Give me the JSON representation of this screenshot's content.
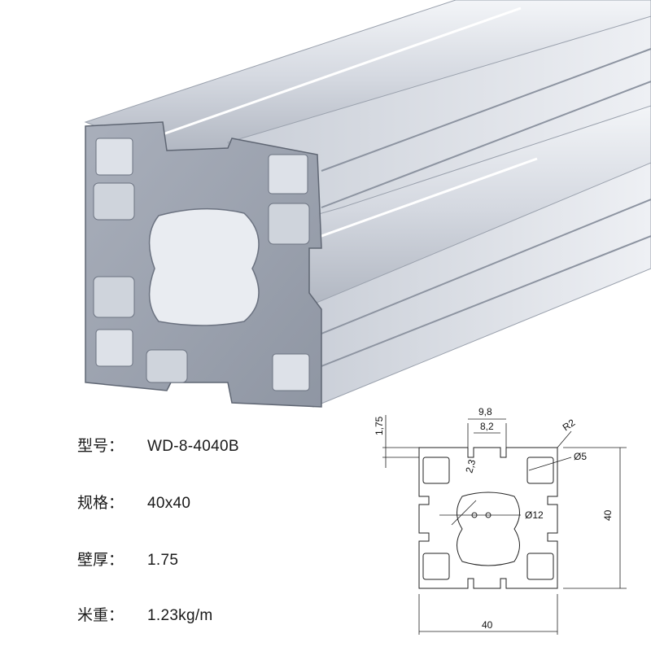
{
  "specs": [
    {
      "label": "型号：",
      "value": "WD-8-4040B"
    },
    {
      "label": "规格：",
      "value": "40x40"
    },
    {
      "label": "壁厚：",
      "value": "1.75"
    },
    {
      "label": "米重：",
      "value": "1.23kg/m"
    }
  ],
  "drawing": {
    "dim_slot_outer": "9,8",
    "dim_slot_inner": "8,2",
    "dim_lip": "1,75",
    "dim_radius": "R2",
    "dim_wall": "2,3",
    "dim_hole": "Ø5",
    "dim_core": "Ø12",
    "dim_height": "40",
    "dim_width": "40"
  },
  "colors": {
    "aluminum_light": "#dfe3ea",
    "aluminum_mid": "#b9bfca",
    "aluminum_dark": "#8c93a0",
    "line": "#222222"
  }
}
